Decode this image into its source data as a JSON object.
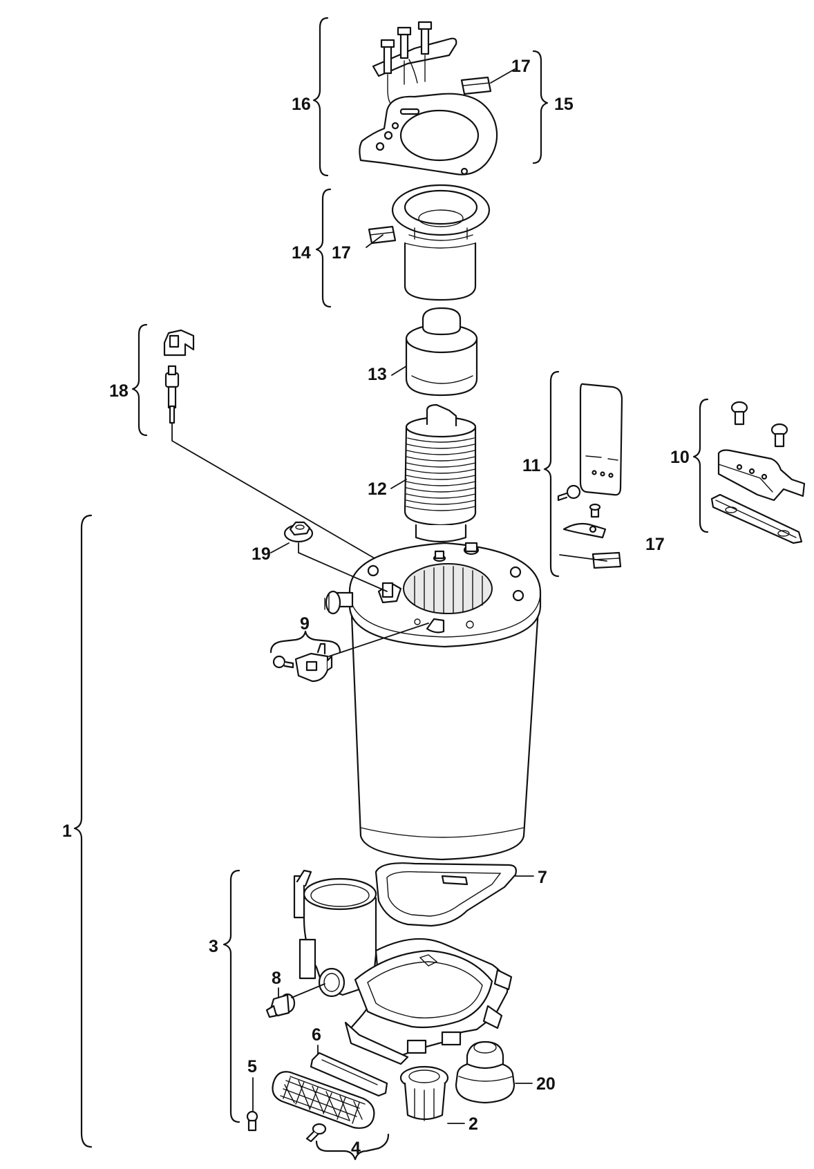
{
  "callouts": {
    "c1": "1",
    "c2": "2",
    "c3": "3",
    "c4": "4",
    "c5": "5",
    "c6": "6",
    "c7": "7",
    "c8": "8",
    "c9": "9",
    "c10": "10",
    "c11": "11",
    "c12": "12",
    "c13": "13",
    "c14": "14",
    "c15": "15",
    "c16": "16",
    "c17a": "17",
    "c17b": "17",
    "c17c": "17",
    "c18": "18",
    "c19": "19",
    "c20": "20"
  },
  "colors": {
    "line": "#111111",
    "background": "#ffffff",
    "shade": "#e9e9e9"
  }
}
